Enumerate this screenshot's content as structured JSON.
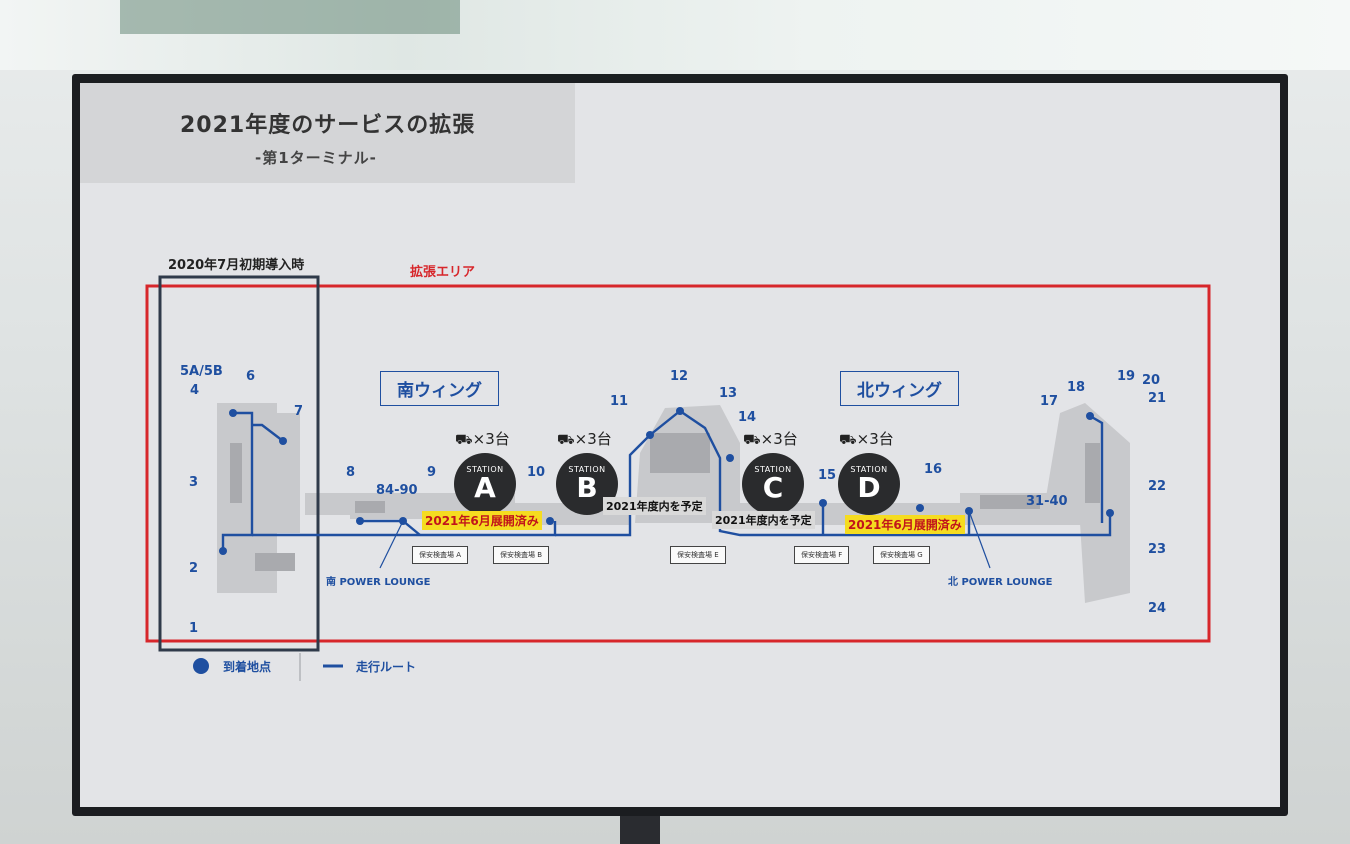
{
  "slide": {
    "title": "2021年度のサービスの拡張",
    "subtitle": "-第1ターミナル-"
  },
  "labels": {
    "initial_intro": "2020年7月初期導入時",
    "expansion_area": "拡張エリア",
    "south_wing": "南ウィング",
    "north_wing": "北ウィング"
  },
  "gates": {
    "g5a5b": "5A/5B",
    "g4": "4",
    "g6": "6",
    "g7": "7",
    "g3": "3",
    "g2": "2",
    "g1": "1",
    "g8": "8",
    "g84_90": "84-90",
    "g9": "9",
    "g10": "10",
    "g11": "11",
    "g12": "12",
    "g13": "13",
    "g14": "14",
    "g15": "15",
    "g16": "16",
    "g17": "17",
    "g18": "18",
    "g19": "19",
    "g20": "20",
    "g21": "21",
    "g22": "22",
    "g23": "23",
    "g24": "24",
    "g31_40": "31-40"
  },
  "stations": [
    {
      "heading": "STATION",
      "letter": "A",
      "count": "×3台"
    },
    {
      "heading": "STATION",
      "letter": "B",
      "count": "×3台"
    },
    {
      "heading": "STATION",
      "letter": "C",
      "count": "×3台"
    },
    {
      "heading": "STATION",
      "letter": "D",
      "count": "×3台"
    }
  ],
  "status_tags": {
    "a": "2021年6月展開済み",
    "b": "2021年度内を予定",
    "c": "2021年度内を予定",
    "d": "2021年6月展開済み"
  },
  "checkpoints": [
    "保安検査場 A",
    "保安検査場 B",
    "保安検査場 E",
    "保安検査場 F",
    "保安検査場 G"
  ],
  "lounges": {
    "south": "南 POWER LOUNGE",
    "north": "北 POWER LOUNGE"
  },
  "legend": {
    "arrival": "到着地点",
    "route": "走行ルート"
  },
  "colors": {
    "route_blue": "#1f4fa0",
    "expansion_red": "#d7262b",
    "highlight_yellow": "#f5dc20",
    "station_dark": "#2a2b2d"
  }
}
